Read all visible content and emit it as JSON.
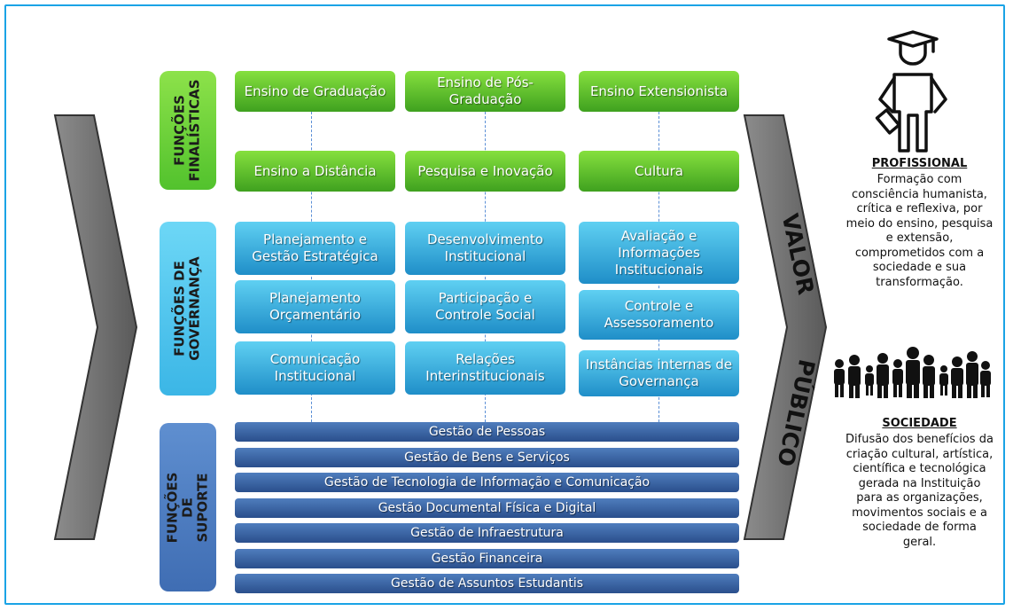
{
  "categories": {
    "finalisticas": "FUNÇÕES\nFINALÍSTICAS",
    "governanca": "FUNÇÕES DE\nGOVERNANÇA",
    "suporte": "FUNÇÕES DE\nSUPORTE"
  },
  "finalisticas": [
    "Ensino de Graduação",
    "Ensino de Pós-\nGraduação",
    "Ensino Extensionista",
    "Ensino a Distância",
    "Pesquisa e Inovação",
    "Cultura"
  ],
  "governanca": [
    "Planejamento e\nGestão Estratégica",
    "Desenvolvimento\nInstitucional",
    "Avaliação e\nInformações\nInstitucionais",
    "Planejamento\nOrçamentário",
    "Participação e\nControle Social",
    "Controle e\nAssessoramento",
    "Comunicação\nInstitucional",
    "Relações\nInterinstitucionais",
    "Instâncias internas de\nGovernança"
  ],
  "suporte": [
    "Gestão de Pessoas",
    "Gestão de Bens e Serviços",
    "Gestão de Tecnologia de Informação e Comunicação",
    "Gestão Documental Física e Digital",
    "Gestão de Infraestrutura",
    "Gestão Financeira",
    "Gestão de Assuntos Estudantis"
  ],
  "valor_publico": {
    "valor": "VALOR",
    "publico": "PÚBLICO"
  },
  "profissional": {
    "title": "PROFISSIONAL",
    "text": "Formação com\nconsciência humanista,\ncrítica e reflexiva, por\nmeio do ensino, pesquisa\ne extensão,\ncomprometidos com a\nsociedade e sua\ntransformação."
  },
  "sociedade": {
    "title": "SOCIEDADE",
    "text": "Difusão dos benefícios da\ncriação cultural, artística,\ncientífica e tecnológica\ngerada na Instituição\npara  as organizações,\nmovimentos sociais e a\nsociedade de forma\ngeral."
  },
  "colors": {
    "border": "#1aa3e6",
    "green": "#4fb82a",
    "blue": "#2fa6dc",
    "navy": "#2f5a9a",
    "chevron": "#777777"
  },
  "icons": [
    "graduate-icon",
    "people-group-icon"
  ]
}
